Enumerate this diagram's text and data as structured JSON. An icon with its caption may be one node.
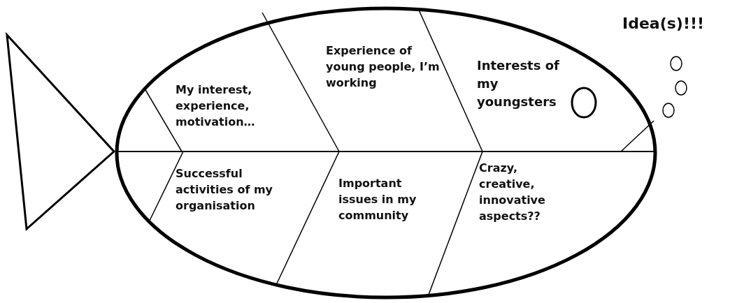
{
  "diagram": {
    "labels": [
      "Idea(s)!!!",
      "My interest, experience, motivation…",
      "Experience of young people, I’m working",
      "Interests of my youngsters",
      "Successful activities of my organisation",
      "Important issues in my community",
      "Crazy, creative, innovative aspects??"
    ]
  }
}
